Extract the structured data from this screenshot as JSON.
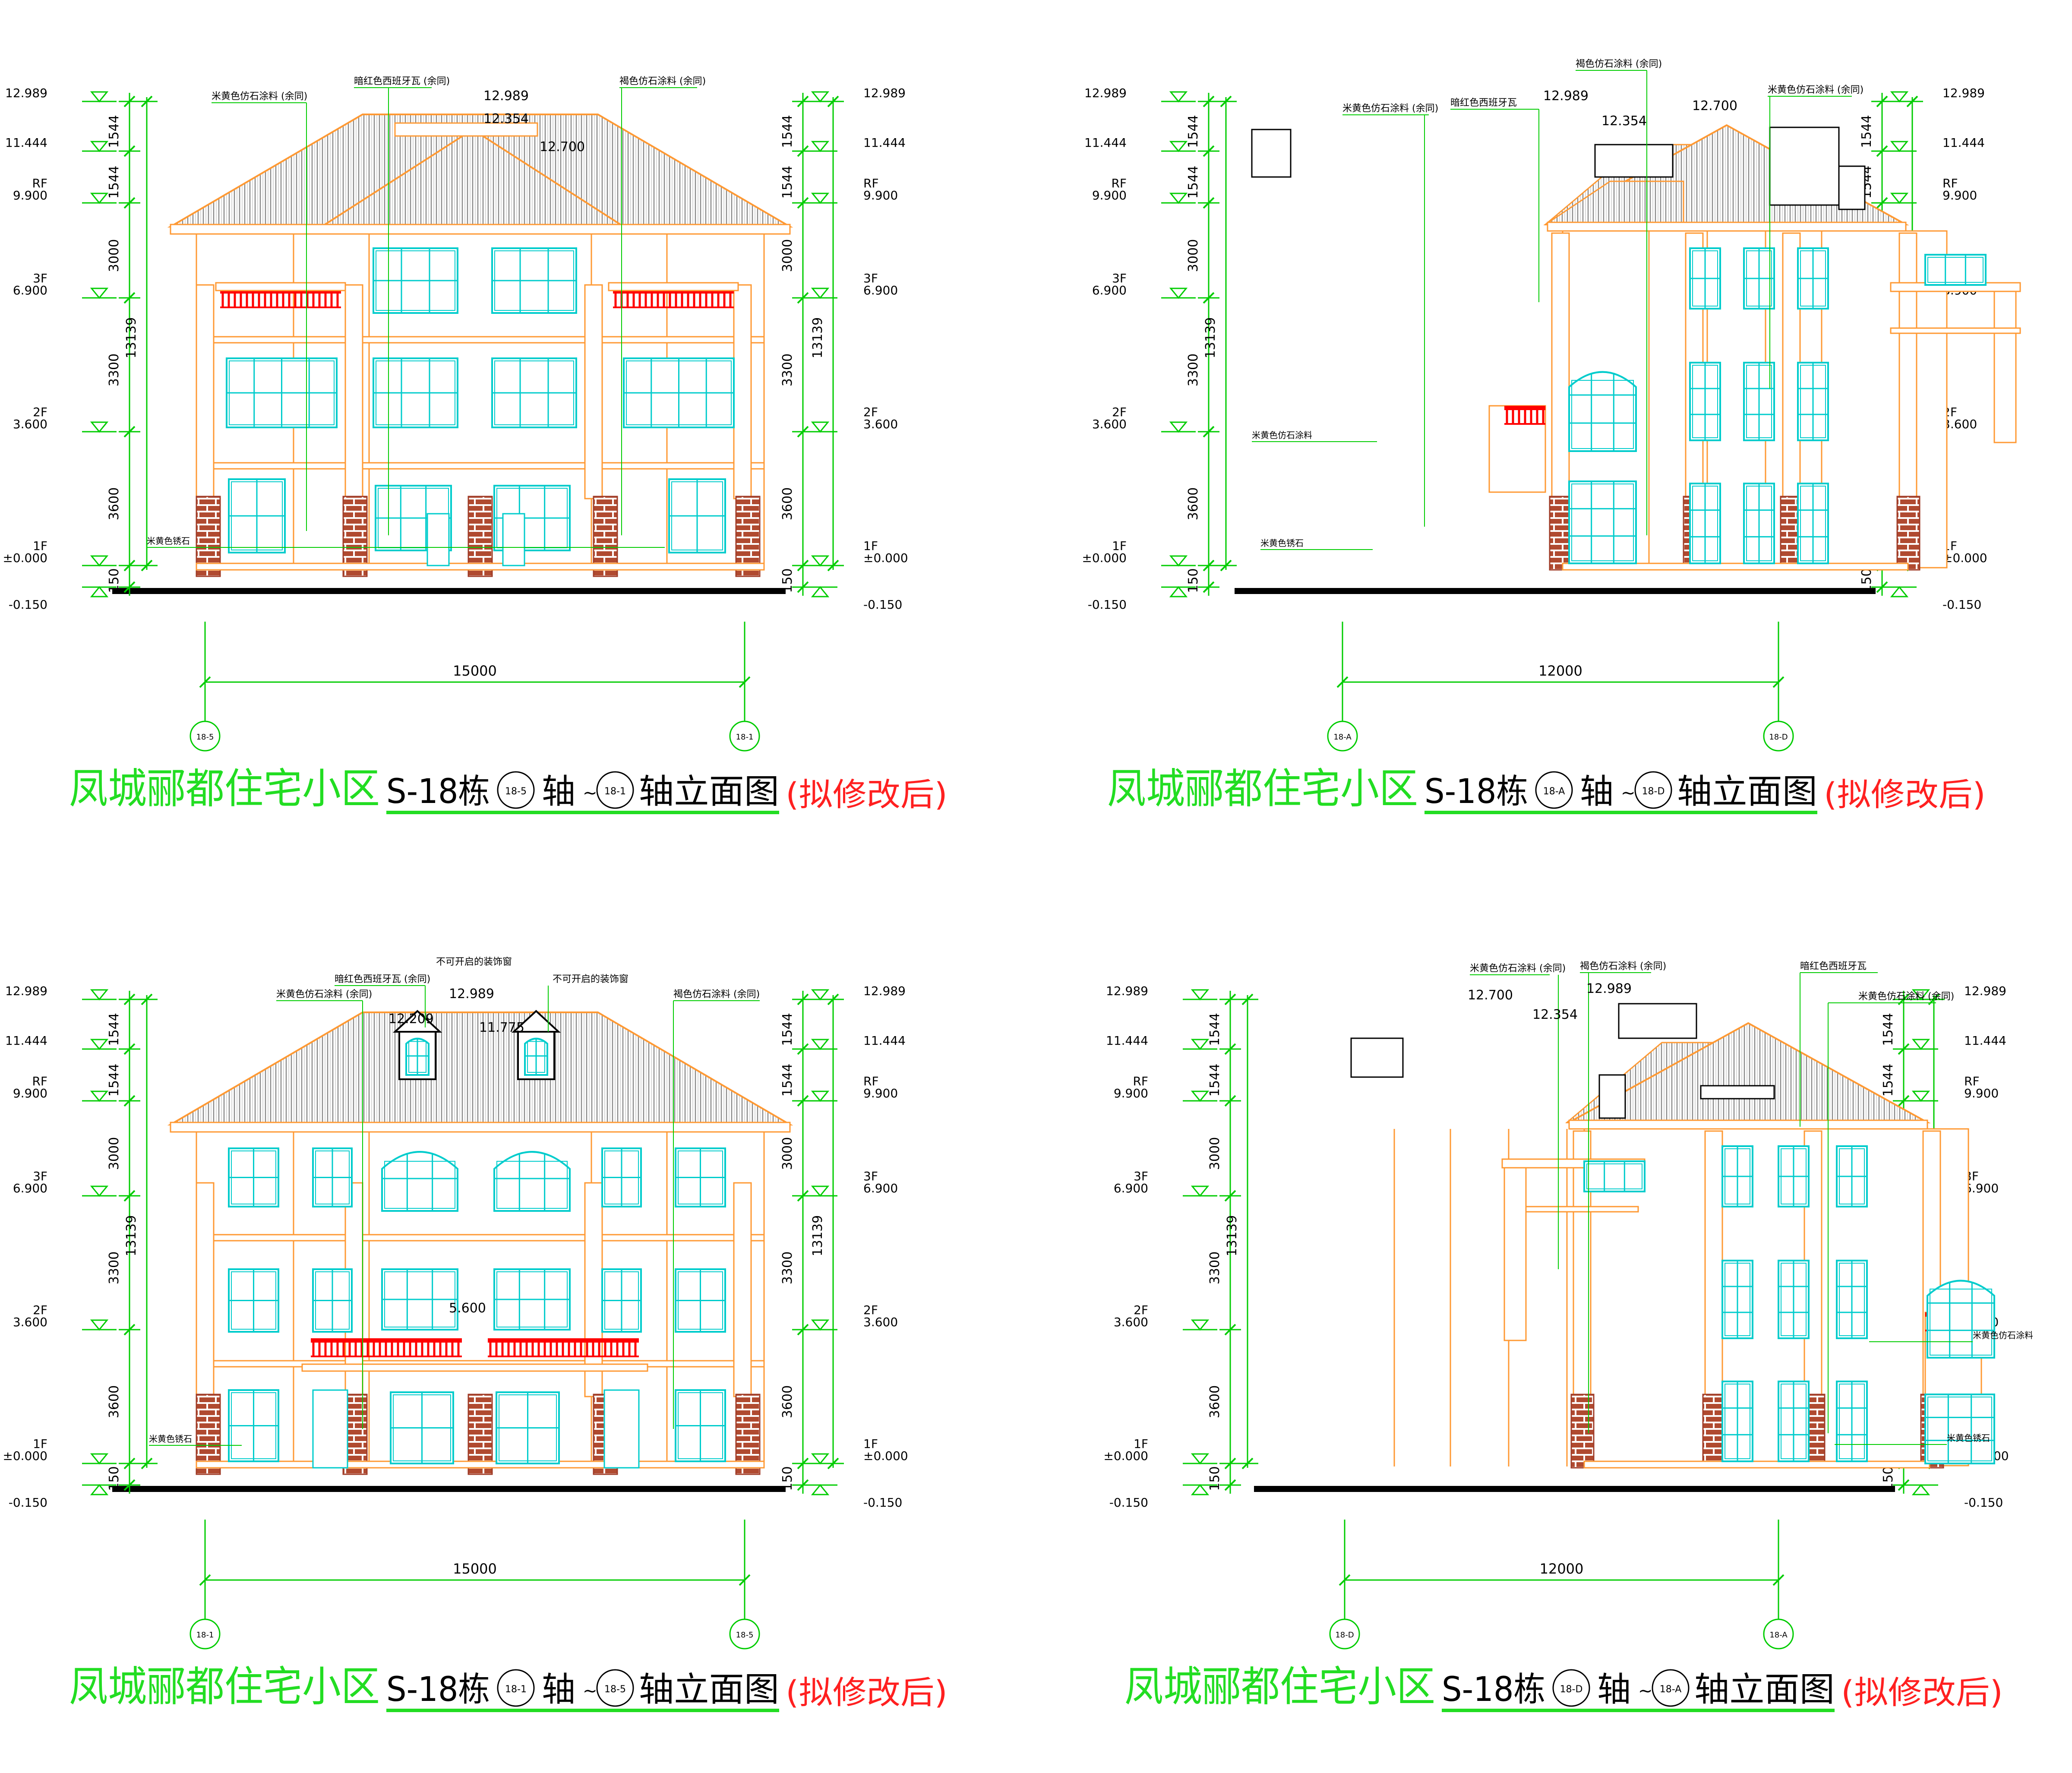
{
  "colors": {
    "dim": "#00cc00",
    "wall": "#ff9933",
    "glass": "#00cccc",
    "roof": "#7a7a7a",
    "rail": "#ff0000",
    "brick": "#a03c28",
    "title_green": "#22dd22",
    "title_red": "#ff2020",
    "ground": "#000000",
    "leader": "#00cc00"
  },
  "title_prefix": "凤城郦都住宅小区",
  "title_building": "S-18栋",
  "title_axis_word": "轴",
  "title_tilde": "~",
  "title_suffix": "轴立面图",
  "title_note": "(拟修改后)",
  "levels": [
    "12.989",
    "11.444",
    "RF",
    "9.900",
    "3F",
    "6.900",
    "2F",
    "3.600",
    "1F",
    "±0.000",
    "-0.150"
  ],
  "floor_dims": [
    "1544",
    "1544",
    "3000",
    "3300",
    "3600",
    "150"
  ],
  "total_dim": "13139",
  "elevations": [
    {
      "width_dim": "15000",
      "axis_left": "18-5",
      "axis_right": "18-1",
      "spots": [
        "12.989",
        "12.354",
        "12.700"
      ],
      "notes": [
        "暗红色西班牙瓦 (余同)",
        "褐色仿石涂料 (余同)",
        "米黄色仿石涂料 (余同)",
        "米黄色锈石"
      ]
    },
    {
      "width_dim": "12000",
      "axis_left": "18-A",
      "axis_right": "18-D",
      "spots": [
        "12.989",
        "12.354",
        "12.700"
      ],
      "notes": [
        "褐色仿石涂料 (余同)",
        "暗红色西班牙瓦",
        "米黄色仿石涂料 (余同)",
        "米黄色仿石涂料 (余同)",
        "米黄色仿石涂料",
        "米黄色锈石"
      ]
    },
    {
      "width_dim": "15000",
      "axis_left": "18-1",
      "axis_right": "18-5",
      "spots": [
        "12.989",
        "12.209",
        "11.775",
        "5.600"
      ],
      "notes": [
        "不可开启的装饰窗",
        "暗红色西班牙瓦 (余同)",
        "不可开启的装饰窗",
        "米黄色仿石涂料 (余同)",
        "褐色仿石涂料 (余同)",
        "米黄色锈石"
      ]
    },
    {
      "width_dim": "12000",
      "axis_left": "18-D",
      "axis_right": "18-A",
      "spots": [
        "12.700",
        "12.989",
        "12.354"
      ],
      "notes": [
        "米黄色仿石涂料 (余同)",
        "褐色仿石涂料 (余同)",
        "暗红色西班牙瓦",
        "米黄色仿石涂料 (余同)",
        "米黄色仿石涂料",
        "米黄色锈石"
      ]
    }
  ]
}
